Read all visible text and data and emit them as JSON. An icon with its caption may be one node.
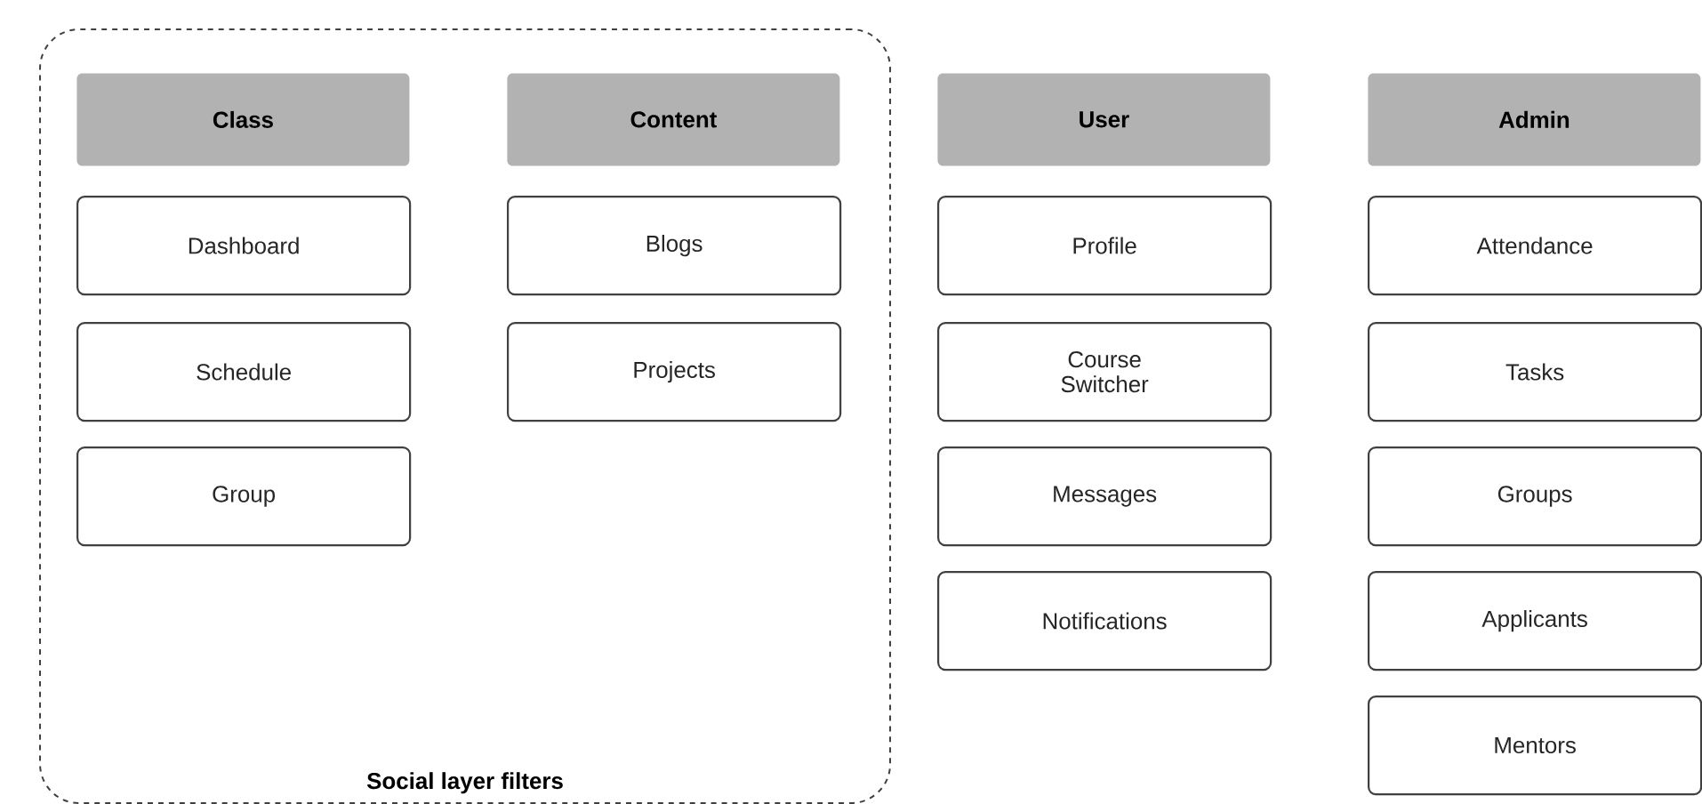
{
  "diagram": {
    "nodes": [
      {
        "text": [
          "Social layer filters"
        ]
      },
      {
        "text": [
          "Class"
        ],
        "in": 0
      },
      {
        "text": [
          "Dashboard"
        ],
        "in": 0
      },
      {
        "text": [
          "Schedule"
        ],
        "in": 0
      },
      {
        "text": [
          "Group"
        ],
        "in": 0
      },
      {
        "text": [
          "Content"
        ],
        "in": 0
      },
      {
        "text": [
          "Blogs"
        ],
        "in": 0
      },
      {
        "text": [
          "Projects"
        ],
        "in": 0
      },
      {
        "text": [
          "User"
        ]
      },
      {
        "text": [
          "Profile"
        ]
      },
      {
        "text": [
          "Course Switcher"
        ]
      },
      {
        "text": [
          "Messages"
        ]
      },
      {
        "text": [
          "Notifications"
        ]
      },
      {
        "text": [
          "Admin"
        ]
      },
      {
        "text": [
          "Attendance"
        ]
      },
      {
        "text": [
          "Tasks"
        ]
      },
      {
        "text": [
          "Groups"
        ]
      },
      {
        "text": [
          "Applicants"
        ]
      },
      {
        "text": [
          "Mentors"
        ]
      }
    ]
  }
}
